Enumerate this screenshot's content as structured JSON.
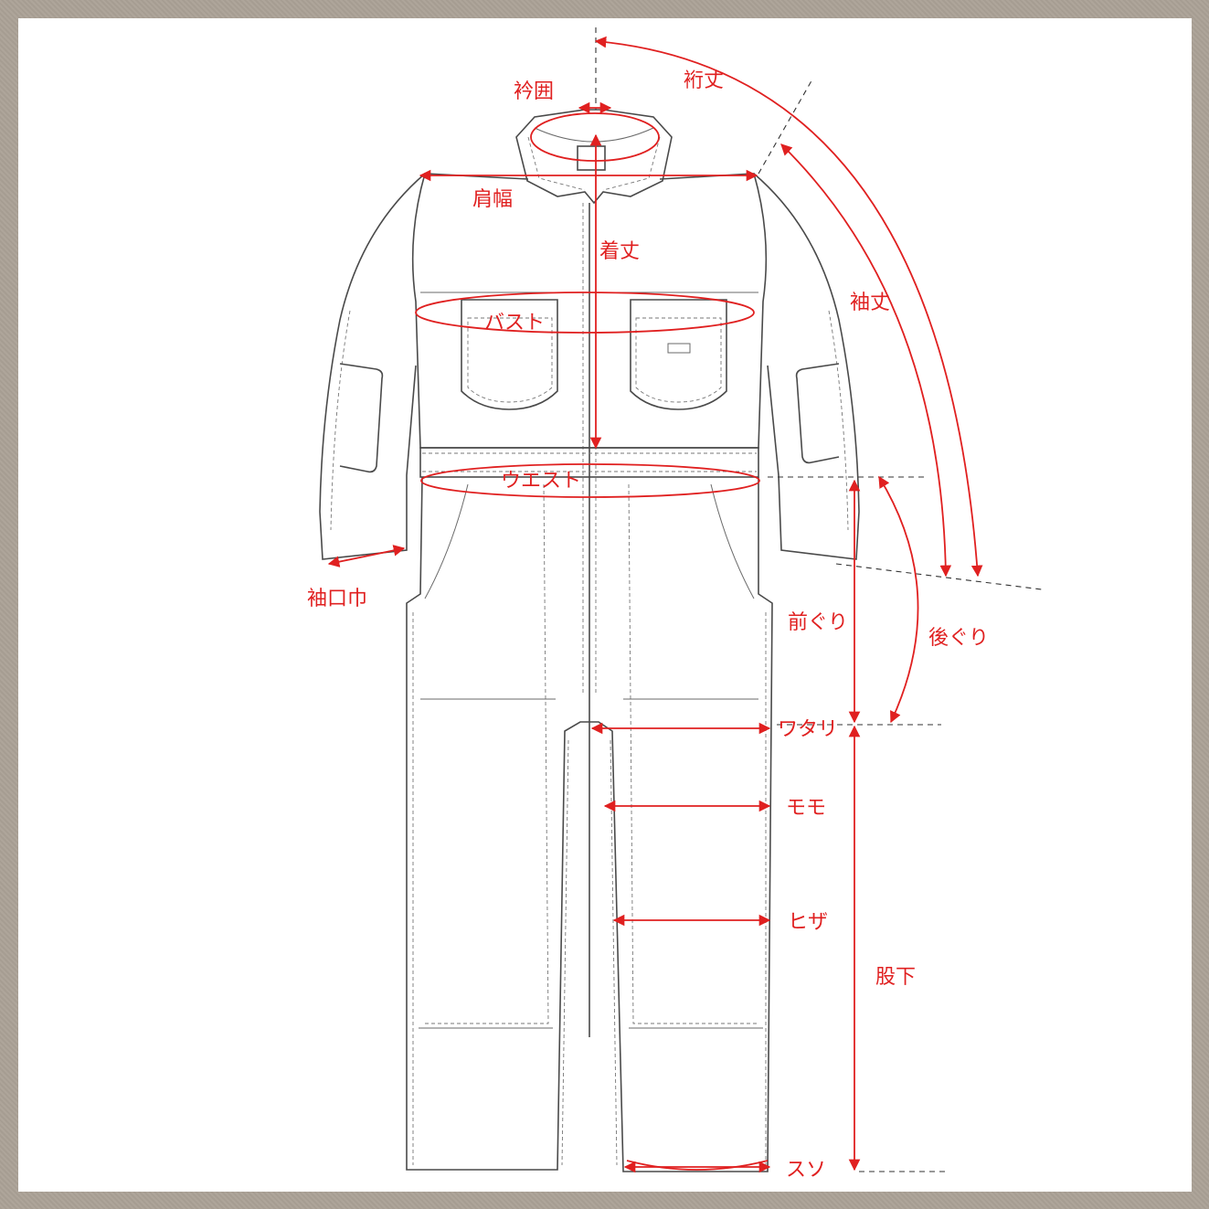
{
  "labels": {
    "collar": "衿囲",
    "yuki": "裄丈",
    "shoulder": "肩幅",
    "length": "着丈",
    "bust": "バスト",
    "sleeve": "袖丈",
    "waist": "ウエスト",
    "cuff": "袖口巾",
    "front_rise": "前ぐり",
    "back_rise": "後ぐり",
    "thigh_width": "ワタリ",
    "thigh": "モモ",
    "knee": "ヒザ",
    "inseam": "股下",
    "hem": "スソ"
  },
  "colors": {
    "measurement": "#e02020",
    "outline": "#4a4a4a",
    "background": "#ffffff",
    "frame": "#a89f94"
  }
}
